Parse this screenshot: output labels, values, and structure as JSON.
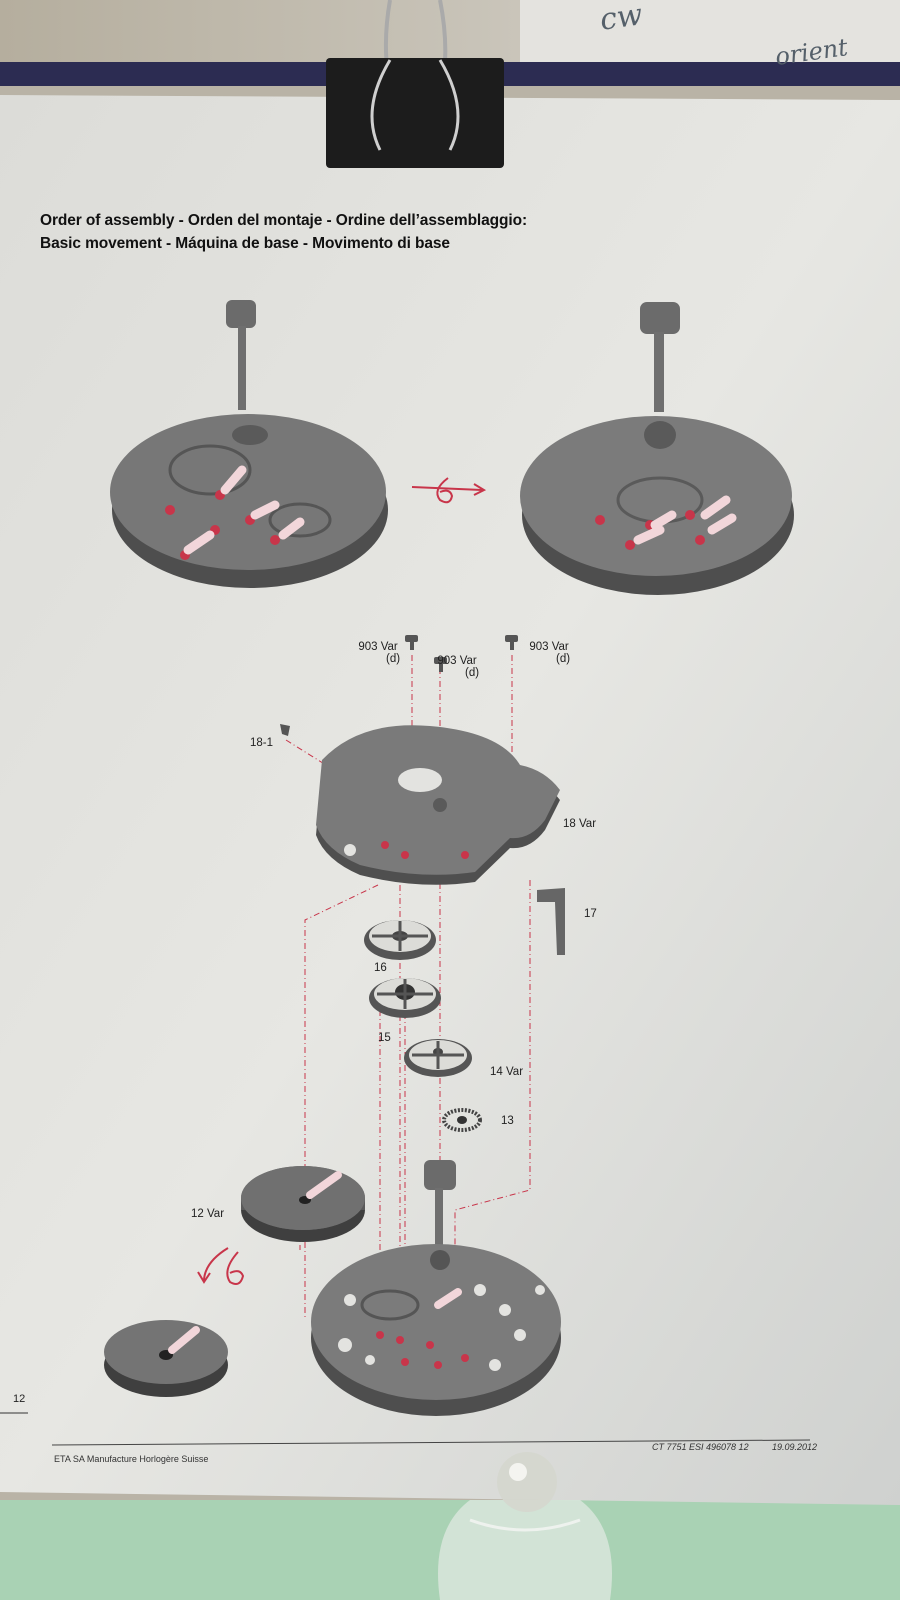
{
  "document": {
    "title_line_1": "Order of assembly - Orden del montaje - Ordine dell’assemblaggio:",
    "title_line_2": "Basic movement - Máquina de base - Movimento di base",
    "part_labels": {
      "screw_left": "903 Var",
      "screw_left_sub": "(d)",
      "screw_mid": "903 Var",
      "screw_mid_sub": "(d)",
      "screw_right": "903 Var",
      "screw_right_sub": "(d)",
      "part_18_1": "18-1",
      "part_18": "18 Var",
      "part_17": "17",
      "part_16": "16",
      "part_15": "15",
      "part_14": "14 Var",
      "part_13": "13",
      "part_12": "12 Var"
    },
    "page_number": "12",
    "footer_left": "ETA SA Manufacture Horlogère Suisse",
    "footer_ref": "CT 7751 ESI 496078 12",
    "footer_date": "19.09.2012"
  },
  "background_handwriting": {
    "top_left": "cw",
    "top_right": "orient"
  },
  "colors": {
    "paper": "#e6e6e2",
    "binder_strip": "#2c2c52",
    "clip": "#1c1c1c",
    "part_gray": "#6f6f6f",
    "red_dash": "#c8354a",
    "desk": "#a9d2b4"
  }
}
